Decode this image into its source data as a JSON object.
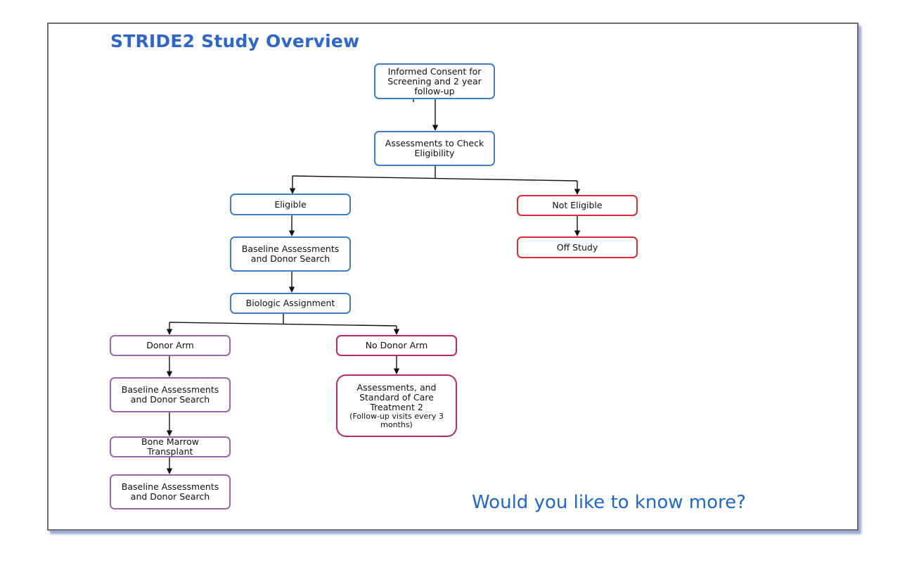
{
  "title": "STRIDE2 Study Overview",
  "call_to_action": "Would you like to know more?",
  "colors": {
    "title": "#2f66c8",
    "call_to_action": "#1f68c8",
    "main_path_border": "#3f7ec4",
    "not_eligible_border": "#de2a32",
    "donor_arm_border": "#9a68a8",
    "no_donor_arm_border": "#b8286c"
  },
  "nodes": {
    "consent": "Informed Consent for\nScreening and 2 year\nfollow-up",
    "assess_eligibility": "Assessments to Check\nEligibility",
    "eligible": "Eligible",
    "not_eligible": "Not Eligible",
    "off_study": "Off Study",
    "baseline_1": "Baseline Assessments\nand Donor Search",
    "biologic_assignment": "Biologic Assignment",
    "donor_arm": "Donor Arm",
    "no_donor_arm": "No Donor Arm",
    "donor_baseline": "Baseline Assessments\nand Donor Search",
    "bone_marrow": "Bone Marrow\nTransplant",
    "donor_baseline_2": "Baseline Assessments\nand Donor Search",
    "soc_treatment": "Assessments, and\nStandard of Care\nTreatment 2",
    "soc_treatment_note": "(Follow-up visits every 3\nmonths)"
  }
}
